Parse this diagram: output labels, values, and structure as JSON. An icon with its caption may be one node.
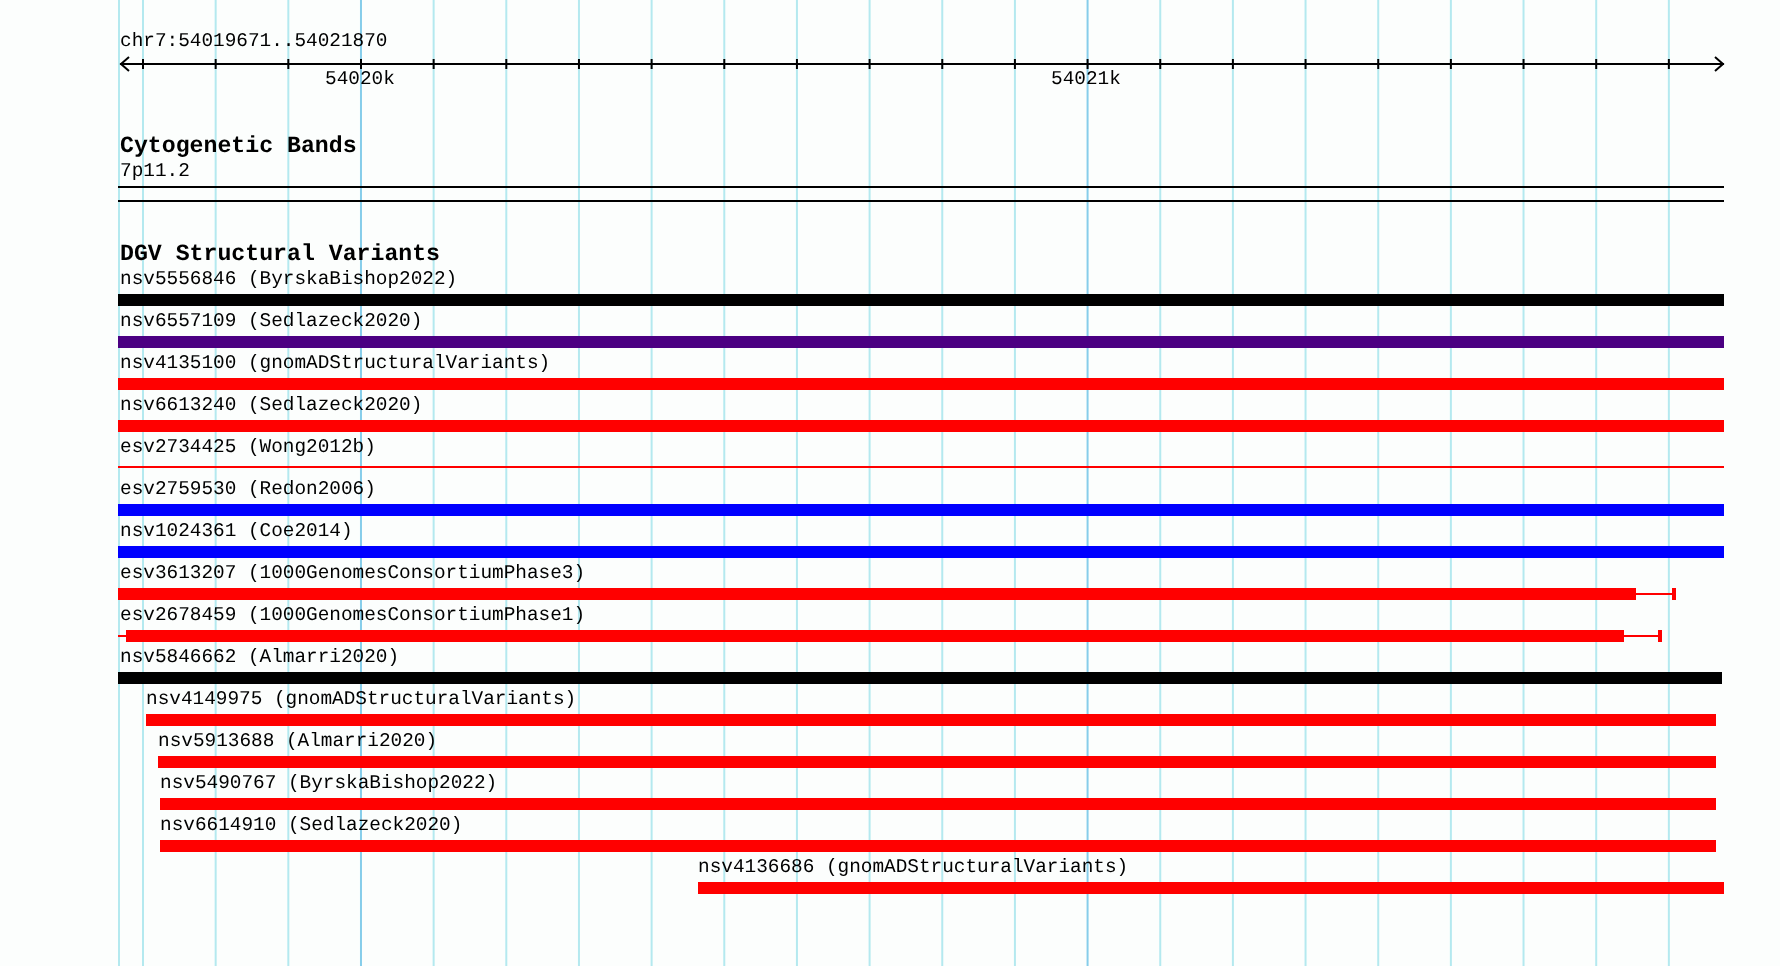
{
  "diagram": {
    "nodes": [
      {
        "text": [
          "7p11.2"
        ]
      },
      {
        "text": [
          "nsv5556846 (ByrskaBishop2022)"
        ]
      },
      {
        "text": [
          "nsv6557109 (Sedlazeck2020)"
        ]
      },
      {
        "text": [
          "nsv4135100 (gnomADStructuralVariants)"
        ]
      },
      {
        "text": [
          "nsv6613240 (Sedlazeck2020)"
        ]
      },
      {
        "text": [
          "esv2734425 (Wong2012b)"
        ]
      },
      {
        "text": [
          "esv2759530 (Redon2006)"
        ]
      },
      {
        "text": [
          "nsv1024361 (Coe2014)"
        ]
      },
      {
        "text": [
          "esv3613207 (1000GenomesConsortiumPhase3)"
        ]
      },
      {
        "text": [
          "esv2678459 (1000GenomesConsortiumPhase1)"
        ]
      },
      {
        "text": [
          "nsv5846662 (Almarri2020)"
        ]
      },
      {
        "text": [
          "nsv4149975 (gnomADStructuralVariants)"
        ]
      },
      {
        "text": [
          "nsv5913688 (Almarri2020)"
        ]
      },
      {
        "text": [
          "nsv5490767 (ByrskaBishop2022)"
        ]
      },
      {
        "text": [
          "nsv6614910 (Sedlazeck2020)"
        ]
      },
      {
        "text": [
          "nsv4136686 (gnomADStructuralVariants)"
        ]
      }
    ],
    "labels": [
      "chr7:54019671..54021870",
      "54020k",
      "54021k",
      "Cytogenetic Bands",
      "DGV Structural Variants"
    ]
  }
}
